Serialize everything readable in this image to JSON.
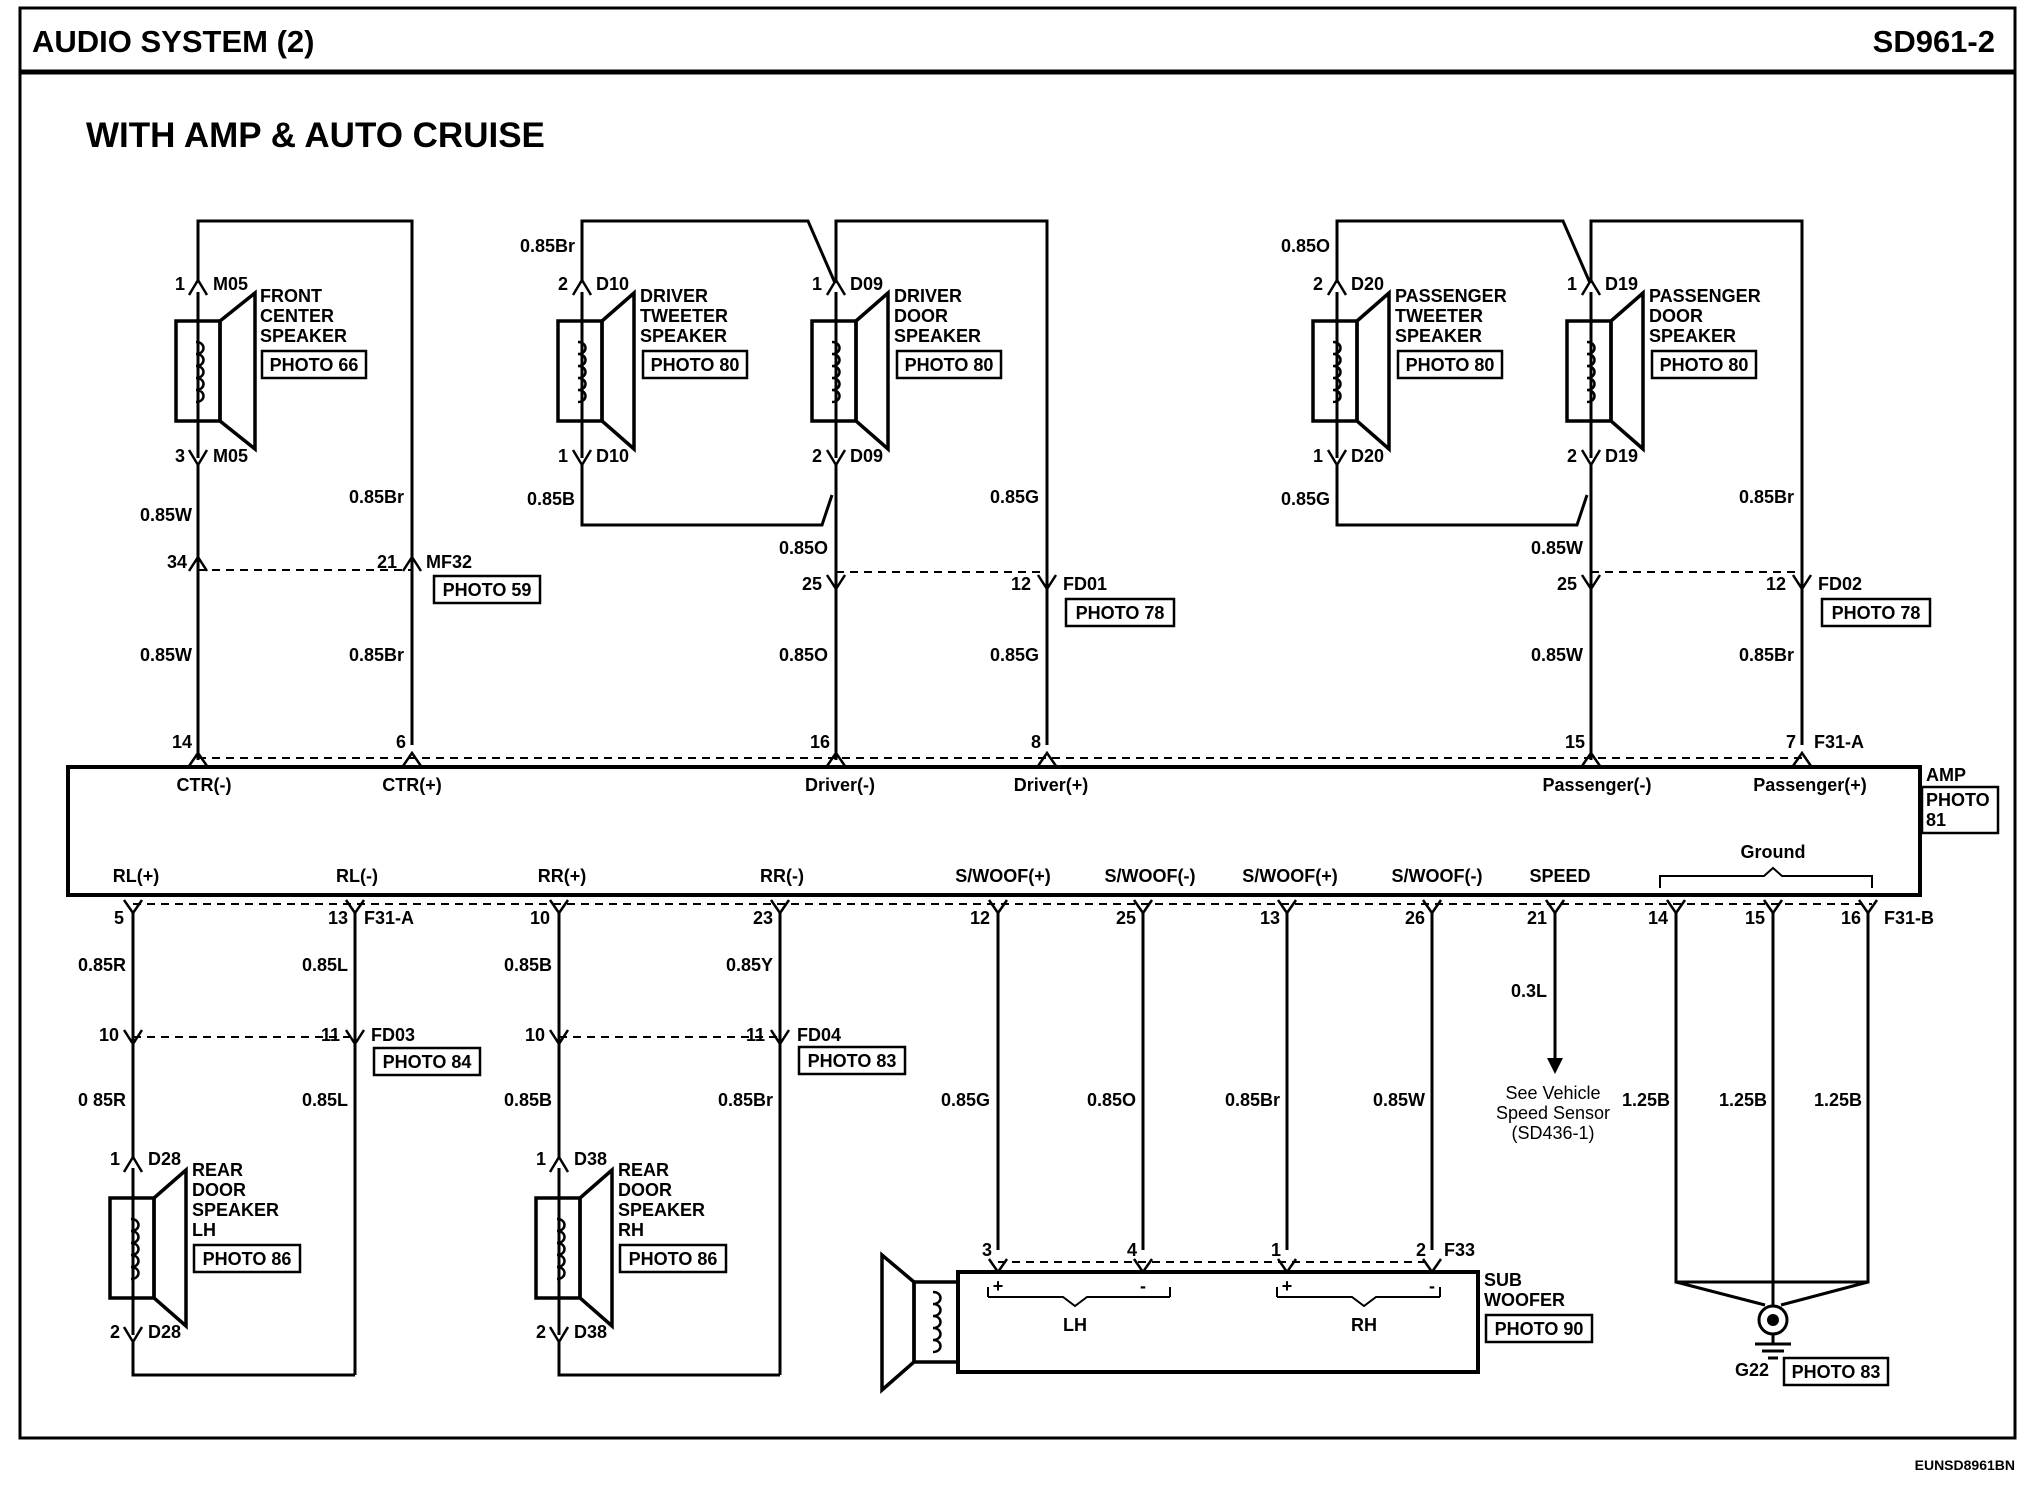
{
  "header": {
    "title": "AUDIO SYSTEM (2)",
    "code": "SD961-2"
  },
  "subtitle": "WITH AMP & AUTO CRUISE",
  "footer_code": "EUNSD8961BN",
  "speakers": {
    "front_center": {
      "name": [
        "FRONT",
        "CENTER",
        "SPEAKER"
      ],
      "photo": "PHOTO 66",
      "conn": "M05",
      "pin_top": "1",
      "pin_bot": "3"
    },
    "driver_tweeter": {
      "name": [
        "DRIVER",
        "TWEETER",
        "SPEAKER"
      ],
      "photo": "PHOTO 80",
      "conn": "D10",
      "pin_top": "2",
      "pin_bot": "1"
    },
    "driver_door": {
      "name": [
        "DRIVER",
        "DOOR",
        "SPEAKER"
      ],
      "photo": "PHOTO 80",
      "conn": "D09",
      "pin_top": "1",
      "pin_bot": "2"
    },
    "passenger_tweeter": {
      "name": [
        "PASSENGER",
        "TWEETER",
        "SPEAKER"
      ],
      "photo": "PHOTO 80",
      "conn": "D20",
      "pin_top": "2",
      "pin_bot": "1"
    },
    "passenger_door": {
      "name": [
        "PASSENGER",
        "DOOR",
        "SPEAKER"
      ],
      "photo": "PHOTO 80",
      "conn": "D19",
      "pin_top": "1",
      "pin_bot": "2"
    },
    "rear_lh": {
      "name": [
        "REAR",
        "DOOR",
        "SPEAKER",
        "LH"
      ],
      "photo": "PHOTO 86",
      "conn": "D28",
      "pin_top": "1",
      "pin_bot": "2"
    },
    "rear_rh": {
      "name": [
        "REAR",
        "DOOR",
        "SPEAKER",
        "RH"
      ],
      "photo": "PHOTO 86",
      "conn": "D38",
      "pin_top": "1",
      "pin_bot": "2"
    }
  },
  "connectors": {
    "mf32": {
      "name": "MF32",
      "photo": "PHOTO 59",
      "pin_a": "34",
      "pin_b": "21"
    },
    "fd01": {
      "name": "FD01",
      "photo": "PHOTO 78",
      "pin_a": "25",
      "pin_b": "12"
    },
    "fd02": {
      "name": "FD02",
      "photo": "PHOTO 78",
      "pin_a": "25",
      "pin_b": "12"
    },
    "fd03": {
      "name": "FD03",
      "photo": "PHOTO 84",
      "pin_a": "10",
      "pin_b": "11"
    },
    "fd04": {
      "name": "FD04",
      "photo": "PHOTO 83",
      "pin_a": "10",
      "pin_b": "11"
    },
    "f33": {
      "name": "F33",
      "pins": [
        "3",
        "4",
        "1",
        "2"
      ]
    },
    "f31a": "F31-A",
    "f31b": "F31-B"
  },
  "amp": {
    "name": "AMP",
    "photo": [
      "PHOTO",
      "81"
    ],
    "top_terminals": [
      "CTR(-)",
      "CTR(+)",
      "Driver(-)",
      "Driver(+)",
      "Passenger(-)",
      "Passenger(+)"
    ],
    "top_pins": [
      "14",
      "6",
      "16",
      "8",
      "15",
      "7"
    ],
    "bottom_terminals": [
      "RL(+)",
      "RL(-)",
      "RR(+)",
      "RR(-)",
      "S/WOOF(+)",
      "S/WOOF(-)",
      "S/WOOF(+)",
      "S/WOOF(-)",
      "SPEED"
    ],
    "bottom_pins": [
      "5",
      "13",
      "10",
      "23",
      "12",
      "25",
      "13",
      "26",
      "21",
      "14",
      "15",
      "16"
    ],
    "ground_label": "Ground"
  },
  "wires": {
    "fc_top": "0.85W",
    "fc_ret_top": "0.85Br",
    "fc_low": "0.85W",
    "fc_ret_low": "0.85Br",
    "drv_tw": "0.85Br",
    "drv_tw_b": "0.85B",
    "drv_o": "0.85O",
    "drv_g": "0.85G",
    "drv_o_low": "0.85O",
    "drv_g_low": "0.85G",
    "pas_tw": "0.85O",
    "pas_tw_g": "0.85G",
    "pas_w": "0.85W",
    "pas_br": "0.85Br",
    "pas_w_low": "0.85W",
    "pas_br_low": "0.85Br",
    "rl_r": "0.85R",
    "rl_l": "0.85L",
    "rl_r_low": "0 85R",
    "rl_l_low": "0.85L",
    "rr_b": "0.85B",
    "rr_y": "0.85Y",
    "rr_b_low": "0.85B",
    "rr_br_low": "0.85Br",
    "sw_g": "0.85G",
    "sw_o": "0.85O",
    "sw_br": "0.85Br",
    "sw_w": "0.85W",
    "speed": "0.3L",
    "gnd": [
      "1.25B",
      "1.25B",
      "1.25B"
    ]
  },
  "speed_note": [
    "See Vehicle",
    "Speed Sensor",
    "(SD436-1)"
  ],
  "subwoofer": {
    "name": [
      "SUB",
      "WOOFER"
    ],
    "photo": "PHOTO 90",
    "lh": "LH",
    "rh": "RH",
    "plus": "+",
    "minus": "-"
  },
  "ground": {
    "name": "G22",
    "photo": "PHOTO 83"
  }
}
